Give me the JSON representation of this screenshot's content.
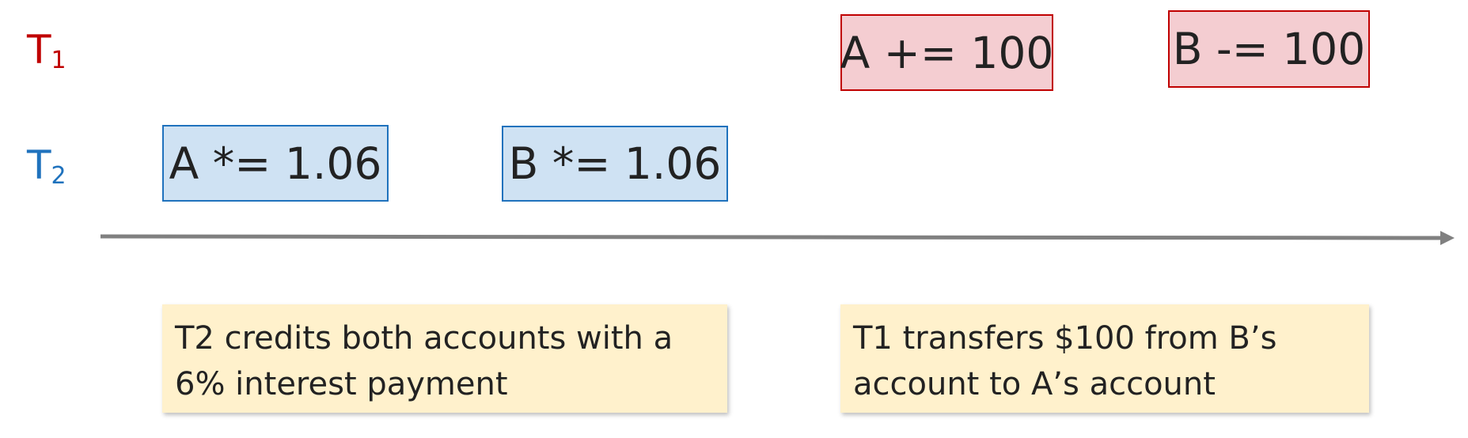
{
  "rows": {
    "t1": {
      "letter": "T",
      "subscript": "1"
    },
    "t2": {
      "letter": "T",
      "subscript": "2"
    }
  },
  "operations": {
    "a_add": "A += 100",
    "b_sub": "B -= 100",
    "a_mul": "A *= 1.06",
    "b_mul": "B *= 1.06"
  },
  "notes": {
    "t2": "T2 credits both accounts with a 6% interest payment",
    "t1": "T1 transfers $100 from B’s account to A’s account"
  },
  "colors": {
    "t1_text": "#c00000",
    "t1_fill": "#f4cdd1",
    "t2_text": "#1f72bd",
    "t2_fill": "#cfe2f3",
    "note_fill": "#fff1cc",
    "axis": "#808080"
  }
}
